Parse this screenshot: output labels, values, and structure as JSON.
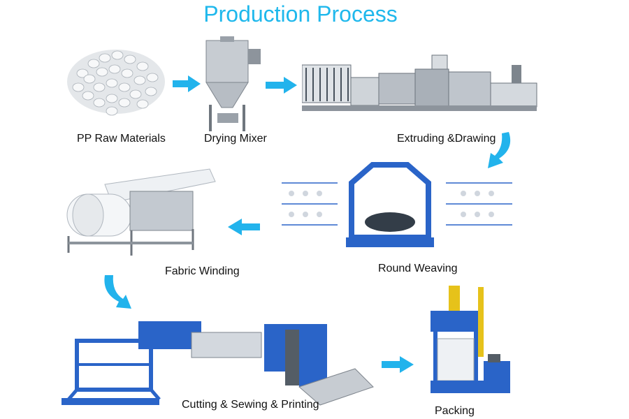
{
  "title": "Production Process",
  "steps": {
    "raw": "PP Raw Materials",
    "mixer": "Drying Mixer",
    "extruding": "Extruding &Drawing",
    "weaving": "Round Weaving",
    "winding": "Fabric Winding",
    "cutting": "Cutting & Sewing & Printing",
    "packing": "Packing"
  },
  "colors": {
    "title": "#1fb8ec",
    "arrow": "#22b3ec",
    "machine_blue": "#2a64c8",
    "machine_grey": "#b9bec6"
  }
}
